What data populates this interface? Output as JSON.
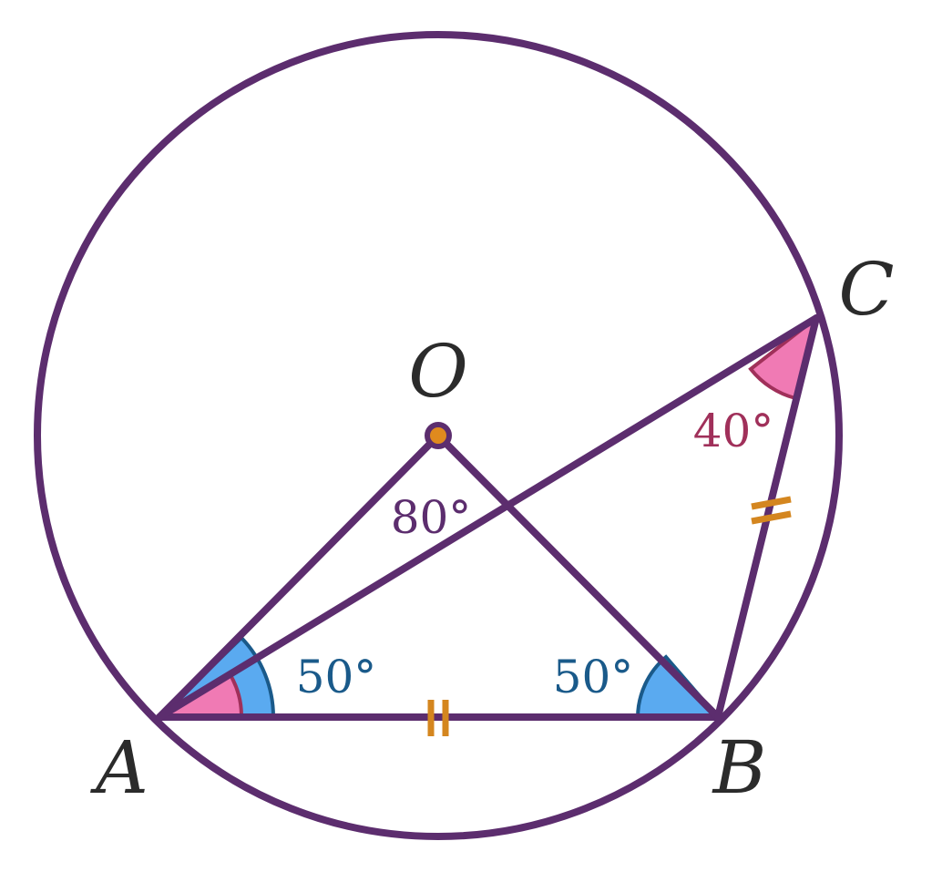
{
  "points": {
    "O": "O",
    "A": "A",
    "B": "B",
    "C": "C"
  },
  "angles": {
    "aob": "80°",
    "oab": "50°",
    "oba": "50°",
    "acb": "40°"
  },
  "colors": {
    "figure": "#5c2d6e",
    "center_point": "#e08a1e",
    "tick_marks": "#d4861f",
    "angle_50_fill": "#5aaaf0",
    "angle_50_stroke": "#1a5a8a",
    "angle_40_fill": "#f07ab4",
    "angle_40_stroke": "#a0305a",
    "label_80": "#5c2d6e",
    "label_50": "#1a5a8a",
    "label_40": "#a0305a"
  }
}
